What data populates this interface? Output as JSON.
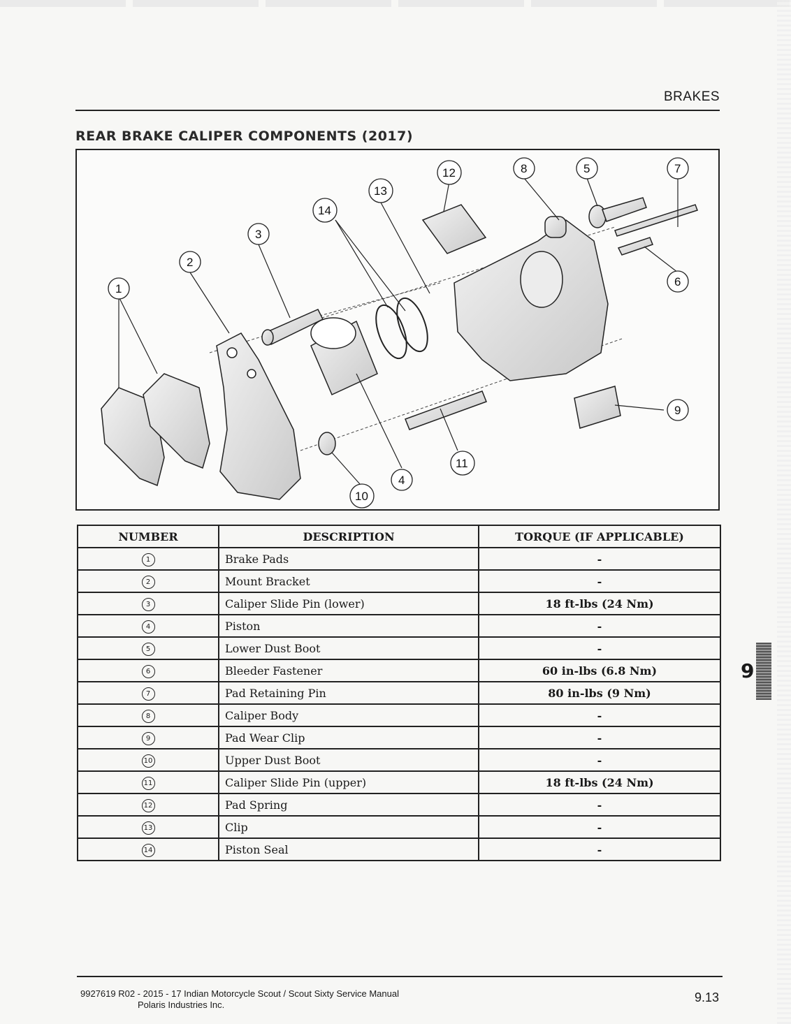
{
  "header": {
    "section": "BRAKES"
  },
  "title": "REAR BRAKE CALIPER COMPONENTS (2017)",
  "diagram": {
    "callouts": [
      "1",
      "2",
      "3",
      "4",
      "5",
      "6",
      "7",
      "8",
      "9",
      "10",
      "11",
      "12",
      "13",
      "14"
    ]
  },
  "table": {
    "headers": {
      "number": "NUMBER",
      "description": "DESCRIPTION",
      "torque": "TORQUE (IF APPLICABLE)"
    },
    "rows": [
      {
        "number": "1",
        "description": "Brake Pads",
        "torque": "-"
      },
      {
        "number": "2",
        "description": "Mount Bracket",
        "torque": "-"
      },
      {
        "number": "3",
        "description": "Caliper Slide Pin (lower)",
        "torque": "18 ft-lbs (24 Nm)"
      },
      {
        "number": "4",
        "description": "Piston",
        "torque": "-"
      },
      {
        "number": "5",
        "description": "Lower Dust Boot",
        "torque": "-"
      },
      {
        "number": "6",
        "description": "Bleeder Fastener",
        "torque": "60 in-lbs (6.8 Nm)"
      },
      {
        "number": "7",
        "description": "Pad Retaining Pin",
        "torque": "80 in-lbs (9 Nm)"
      },
      {
        "number": "8",
        "description": "Caliper Body",
        "torque": "-"
      },
      {
        "number": "9",
        "description": "Pad Wear Clip",
        "torque": "-"
      },
      {
        "number": "10",
        "description": "Upper Dust Boot",
        "torque": "-"
      },
      {
        "number": "11",
        "description": "Caliper Slide Pin (upper)",
        "torque": "18 ft-lbs (24 Nm)"
      },
      {
        "number": "12",
        "description": "Pad Spring",
        "torque": "-"
      },
      {
        "number": "13",
        "description": "Clip",
        "torque": "-"
      },
      {
        "number": "14",
        "description": "Piston Seal",
        "torque": "-"
      }
    ]
  },
  "chapter_tab": "9",
  "footer": {
    "line1": "9927619 R02 - 2015 - 17 Indian Motorcycle Scout / Scout Sixty Service Manual",
    "line2": "Polaris Industries Inc.",
    "page": "9.13"
  }
}
